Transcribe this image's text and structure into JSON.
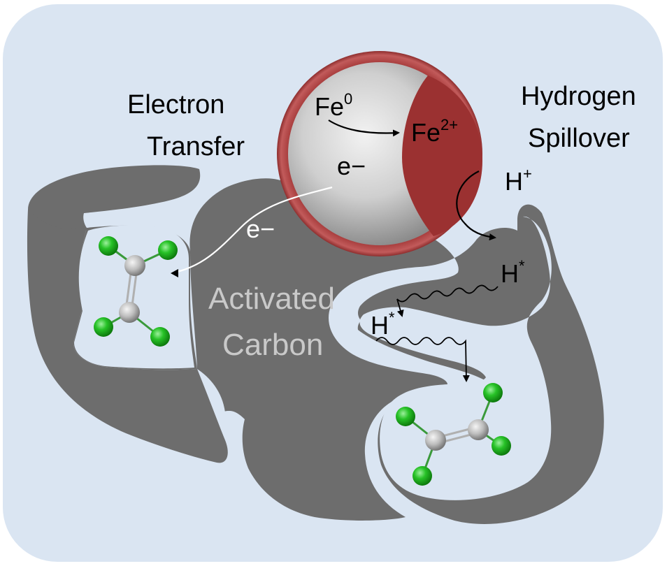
{
  "title_left": [
    "Electron",
    "Transfer"
  ],
  "title_right": [
    "Hydrogen",
    "Spillover"
  ],
  "material_label": [
    "Activated",
    "Carbon"
  ],
  "particle": {
    "core_base": "Fe",
    "core_sup": "0",
    "shell_base": "Fe",
    "shell_sup": "2+",
    "electron": "e−"
  },
  "electron_path_label": "e−",
  "proton": {
    "base": "H",
    "sup": "+"
  },
  "adsorbed_h": [
    {
      "base": "H",
      "sup": "*"
    },
    {
      "base": "H",
      "sup": "*"
    }
  ],
  "colors": {
    "background": "#dae5f2",
    "carbon": "#6d6d6d",
    "shell_outer": "#a53a3a",
    "shell_inner": "#9b3131",
    "chlorine": "#1cae1c",
    "carbon_atom": "#bdbdbd"
  },
  "icons": [
    "molecule-icon",
    "molecule-icon"
  ]
}
